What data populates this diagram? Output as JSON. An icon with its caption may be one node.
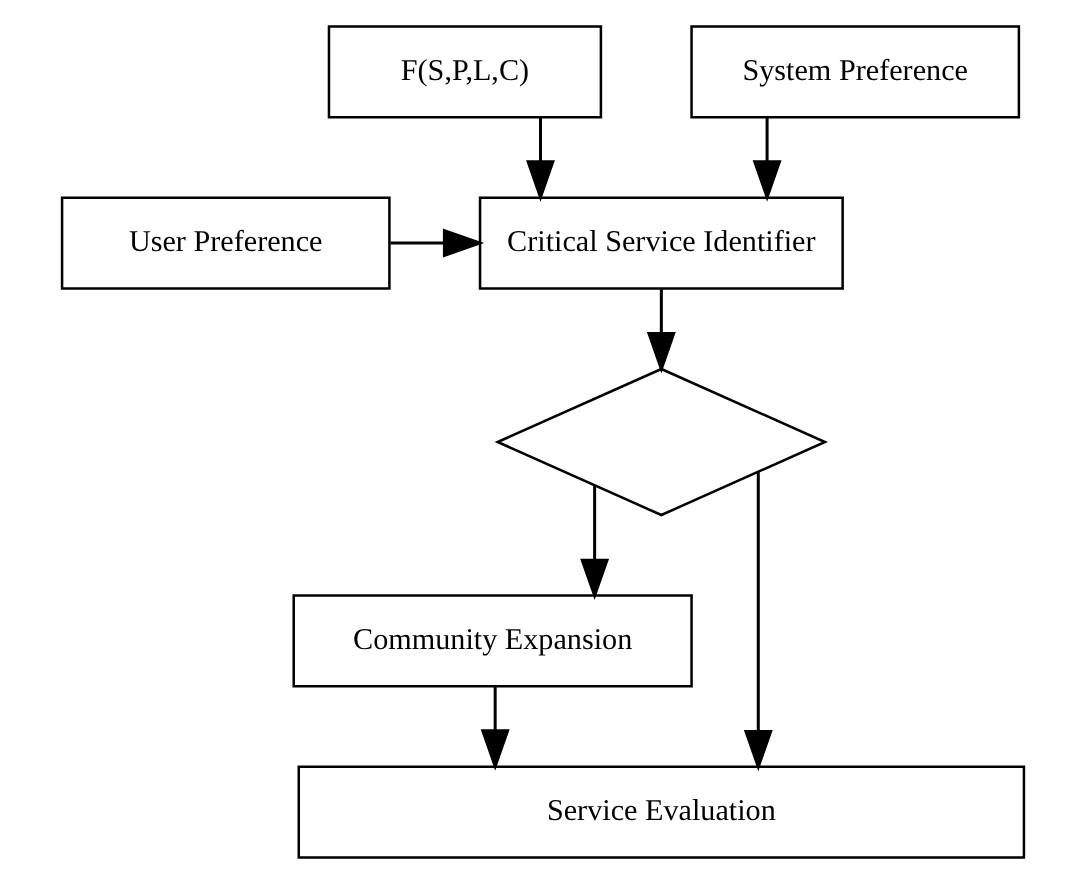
{
  "diagram": {
    "nodes": [
      {
        "text": [
          "F(S,P,L,C)"
        ]
      },
      {
        "text": [
          "Critical Service Identifier"
        ]
      },
      {
        "text": [
          "User Preference"
        ]
      },
      {
        "text": [
          "System Preference"
        ]
      },
      {
        "text": [],
        "shape": "diamond"
      },
      {
        "text": [
          "Community Expansion"
        ]
      },
      {
        "text": [
          "Service Evaluation"
        ]
      }
    ],
    "edges": [
      {
        "from": 0,
        "to": 1,
        "arrow": "to"
      },
      {
        "from": 2,
        "to": 1,
        "arrow": "to"
      },
      {
        "from": 3,
        "to": 1,
        "arrow": "to"
      },
      {
        "from": 1,
        "to": 4,
        "arrow": "to"
      },
      {
        "from": 4,
        "to": 5,
        "arrow": "to"
      },
      {
        "from": 4,
        "to": 6,
        "arrow": "to"
      },
      {
        "from": 5,
        "to": 6,
        "arrow": "to"
      }
    ]
  }
}
